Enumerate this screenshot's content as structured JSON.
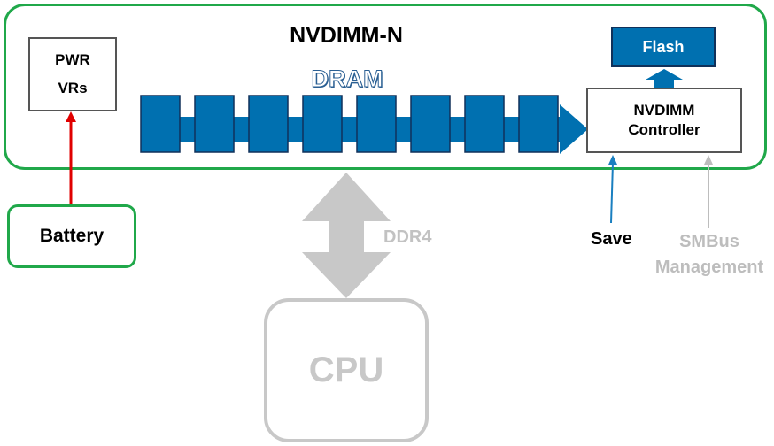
{
  "module": {
    "title": "NVDIMM-N"
  },
  "pwr": {
    "line1": "PWR",
    "line2": "VRs"
  },
  "battery": {
    "label": "Battery"
  },
  "dram": {
    "label": "DRAM",
    "chip_count": 8
  },
  "flash": {
    "label": "Flash"
  },
  "controller": {
    "line1": "NVDIMM",
    "line2": "Controller"
  },
  "bus": {
    "label": "DDR4"
  },
  "save": {
    "label": "Save"
  },
  "smbus": {
    "line1": "SMBus",
    "line2": "Management"
  },
  "cpu": {
    "label": "CPU"
  },
  "colors": {
    "module_border": "#20a84a",
    "dram_blue": "#0070b0",
    "chip_border": "#10315a",
    "power_arrow": "#e00000",
    "ddr4_gray": "#c8c8c8",
    "save_arrow": "#1a7fc0",
    "smbus_arrow": "#bdbdbd"
  }
}
